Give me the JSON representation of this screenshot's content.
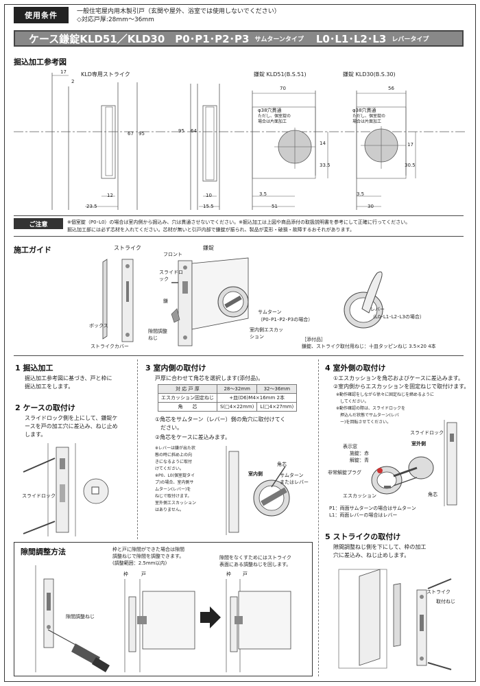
{
  "conditions": {
    "tag": "使用条件",
    "line1": "一般住宅屋内用木製引戸（玄関や屋外、浴室では使用しないでください）",
    "line2": "◇対応戸厚:28mm〜36mm"
  },
  "title": {
    "main": "ケース鎌錠KLD51／KLD30　P0･P1･P2･P3",
    "sub1": "サムターンタイプ",
    "main2": "L0･L1･L2･L3",
    "sub2": "レバータイプ"
  },
  "drilling": {
    "heading": "掘込加工参考図",
    "strike_label": "KLD専用ストライク",
    "kld51_label": "鎌錠 KLD51(B.S.51)",
    "kld30_label": "鎌錠 KLD30(B.S.30)",
    "hole_label": "φ38穴貫通",
    "hole_note1": "ただし、個室錠の",
    "hole_note2": "場合は片面加工",
    "dims": {
      "d17": "17",
      "d2": "2",
      "d67": "67",
      "d95a": "95",
      "d12": "12",
      "d235": "23.5",
      "d95b": "95",
      "d64": "64",
      "d10": "10",
      "d155": "15.5",
      "d70": "70",
      "d14": "14",
      "d335": "33.5",
      "d35a": "3.5",
      "d51": "51",
      "d56": "56",
      "d17b": "17",
      "d305": "30.5",
      "d35b": "3.5",
      "d30": "30"
    }
  },
  "notice": {
    "tag": "ご注意",
    "line1": "※個室錠（P0･L0）の場合は室内側から掘込み、穴は貫通させないでください。※掘込加工は上図や商品添付の取扱説明書を参考にして正確に行ってください。",
    "line2": "掘込加工部には必ず芯材を入れてください。芯材が無いと引戸内部で鎌錠が振られ、製品が変形・破損・故障するおそれがあります。"
  },
  "guide": {
    "heading": "施工ガイド",
    "strike": "ストライク",
    "lock": "鎌錠",
    "front": "フロント",
    "slide_lock": "スライドロック",
    "hook": "鎌",
    "box": "ボックス",
    "gap_screw": "隙間調整ねじ",
    "strike_cover": "ストライクカバー",
    "thumbturn": "サムターン",
    "thumbturn_note": "（P0･P1･P2･P3の場合）",
    "escutcheon_in": "室内側エスカッション",
    "lever": "レバー",
    "lever_note": "（L0･L1･L2･L3の場合）",
    "accessory_title": "［添付品］",
    "accessory": "鎌錠、ストライク取付用ねじ：十皿タッピンねじ 3.5×20 4本"
  },
  "step1": {
    "title": "1 掘込加工",
    "text1": "掘込加工参考図に基づき、戸と枠に",
    "text2": "掘込加工をします。"
  },
  "step2": {
    "title": "2 ケースの取付け",
    "text1": "スライドロック側を上にして、鎌錠ケ",
    "text2": "ースを戸の加工穴に差込み、ねじ止め",
    "text3": "します。",
    "slide_lock": "スライドロック"
  },
  "step3": {
    "title": "3 室内側の取付け",
    "intro": "戸厚に合わせて角芯を選択します(添付品)。",
    "table": {
      "h0": "対 応 戸 厚",
      "h1": "28〜32mm",
      "h2": "32〜36mm",
      "r1c0": "エスカッション固定ねじ",
      "r1c1": "+皿(D6)M4×16mm 2本",
      "r2c0": "角　　芯",
      "r2c1": "S(□4×22mm)",
      "r2c2": "L(□4×27mm)"
    },
    "s1a": "①角芯をサムターン（レバー）側の角穴に取付けてく",
    "s1b": "　ださい。",
    "s2": "②角芯をケースに差込みます。",
    "note1": "※レバーは鎌が出た状",
    "note2": "態の時に斜め上の向",
    "note3": "きになるように取付",
    "note4": "けてください。",
    "note5": "※P0、L0(個室錠タイ",
    "note6": "プ)の場合、室内側サ",
    "note7": "ムターン(レバー)を",
    "note8": "ねじで取付けます。",
    "note9": "室外側エスカッション",
    "note10": "はありません。",
    "indoor": "室内側",
    "square_shaft": "角芯",
    "thumb_or_lever": "サムターン",
    "thumb_or_lever2": "またはレバー"
  },
  "step4": {
    "title": "4 室外側の取付け",
    "s1": "①エスカッションを角芯およびケースに差込みます。",
    "s2": "②室内側からエスカッションを固定ねじで取付けます。",
    "n1": "※動作確認をしながら徐々に固定ねじを締めるように",
    "n2": "　してください。",
    "n3": "※動作確認の際は、スライドロックを",
    "n4": "　押込んだ状態でサムターン(レバ",
    "n5": "　ー)を回転させてください。",
    "slide_lock": "スライドロック",
    "outdoor": "室外側",
    "indicator": "表示窓",
    "indicator_lock": "施錠：赤",
    "indicator_unlock": "解錠：青",
    "emergency": "非常解錠プラグ",
    "escutcheon": "エスカッション",
    "square_shaft": "角芯",
    "p1": "P1：両面サムターンの場合はサムターン",
    "l1": "L1：両面レバーの場合はレバー"
  },
  "step5": {
    "title": "5 ストライクの取付け",
    "text1": "隙間調整ねじ側を下にして、枠の加工",
    "text2": "穴に差込み、ねじ止めします。",
    "strike": "ストライク",
    "screw": "取付ねじ"
  },
  "gap": {
    "title": "隙間調整方法",
    "gap_screw": "隙間調整ねじ",
    "caption1a": "枠と戸に隙間ができた場合は隙間",
    "caption1b": "調整ねじで隙間を調整できます。",
    "caption1c": "(調整範囲：2.5mm以内)",
    "caption2a": "隙間をなくすためにはストライク",
    "caption2b": "表面にある調整ねじを回します。",
    "frame": "枠",
    "door": "戸",
    "frame2": "枠",
    "door2": "戸"
  }
}
